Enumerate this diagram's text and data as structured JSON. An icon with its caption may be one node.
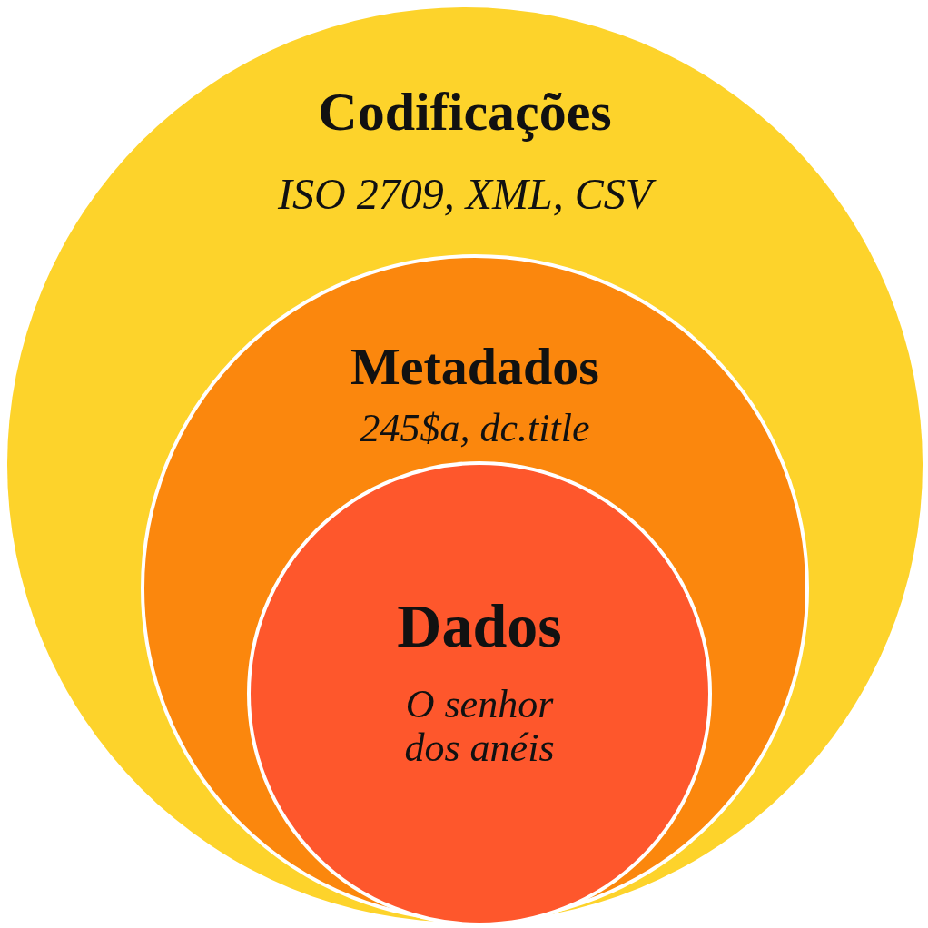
{
  "diagram": {
    "nodes": [
      {
        "text": [
          "Codificações",
          "ISO 2709, XML, CSV"
        ]
      },
      {
        "text": [
          "Metadados",
          "245$a, dc.title"
        ],
        "in": 0
      },
      {
        "text": [
          "Dados",
          "O senhor dos anéis"
        ],
        "in": 1
      }
    ]
  }
}
